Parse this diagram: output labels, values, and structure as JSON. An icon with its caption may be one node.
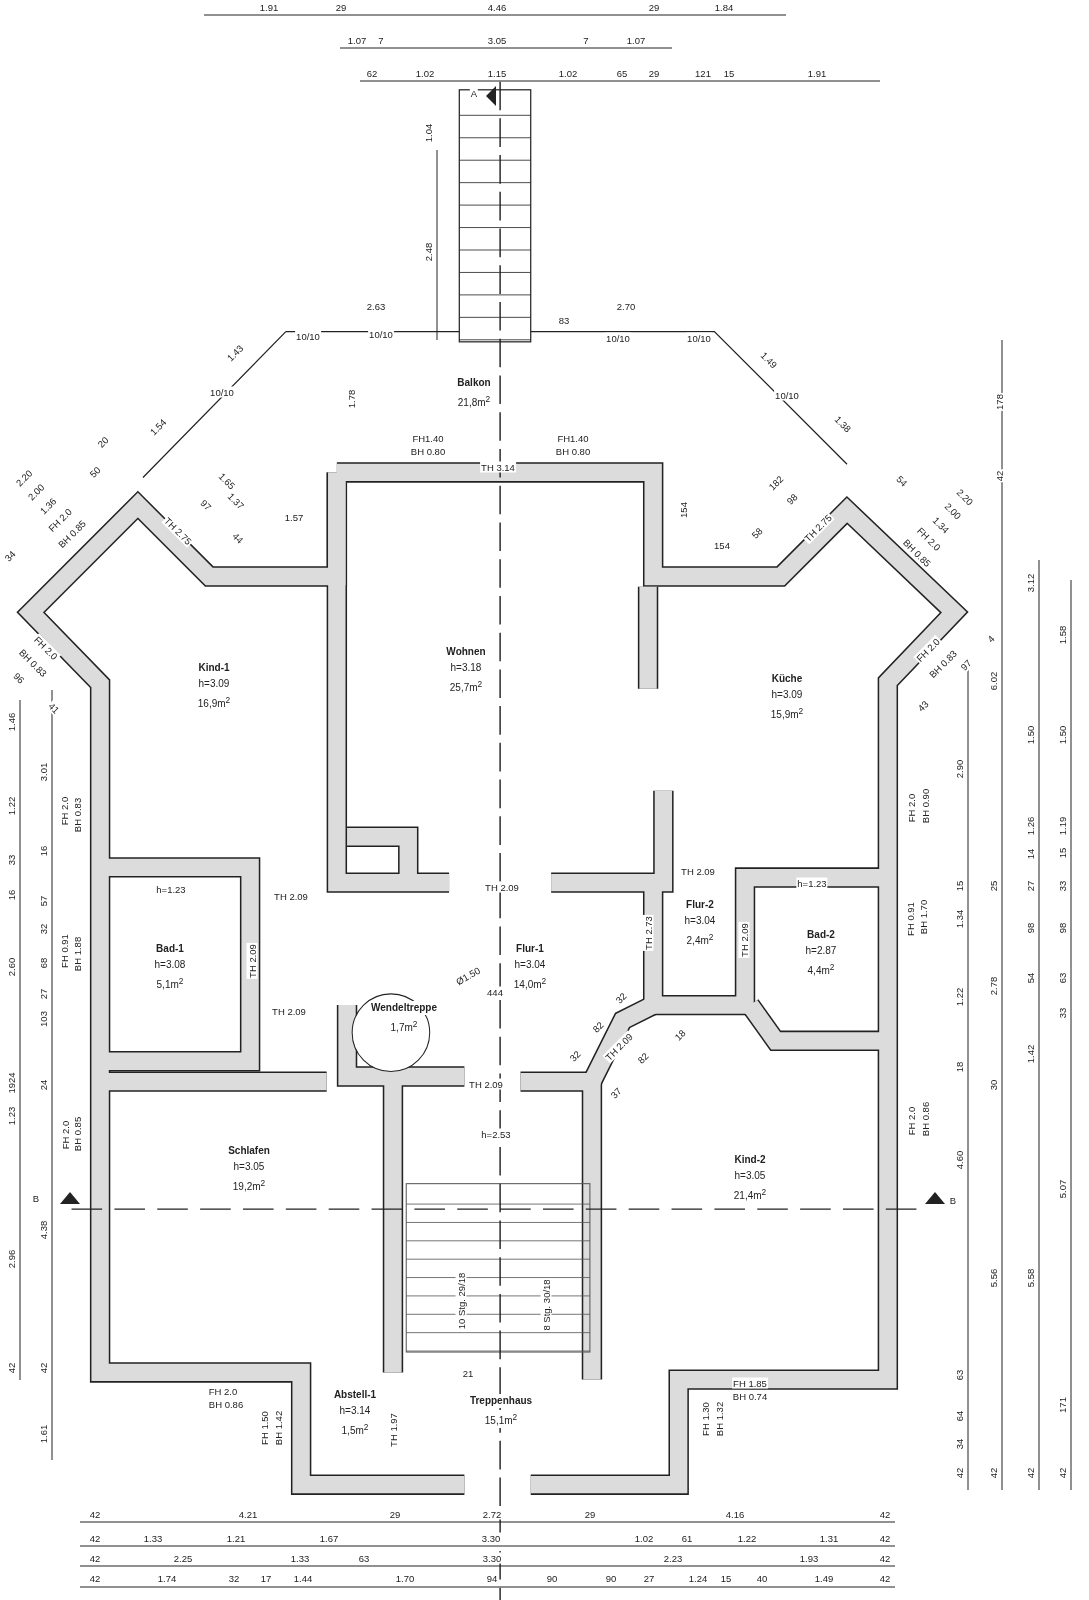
{
  "diagram": {
    "nodes": [
      {
        "text": [
          "Balkon",
          "21,8m$^{2}$"
        ]
      },
      {
        "text": [
          "Kind-1",
          "h=3.09",
          "16,9m$^{2}$"
        ]
      },
      {
        "text": [
          "Wohnen",
          "h=3.18",
          "25,7m$^{2}$"
        ]
      },
      {
        "text": [
          "Küche",
          "h=3.09",
          "15,9m$^{2}$"
        ]
      },
      {
        "text": [
          "Bad-1",
          "h=3.08",
          "5,1m$^{2}$"
        ]
      },
      {
        "text": [
          "Wendeltreppe",
          "1,7m$^{2}$"
        ]
      },
      {
        "text": [
          "Flur-1",
          "h=3.04",
          "14,0m$^{2}$"
        ]
      },
      {
        "text": [
          "Flur-2",
          "h=3.04",
          "2,4m$^{2}$"
        ]
      },
      {
        "text": [
          "Bad-2",
          "h=2.87",
          "4,4m$^{2}$"
        ]
      },
      {
        "text": [
          "Schlafen",
          "h=3.05",
          "19,2m$^{2}$"
        ]
      },
      {
        "text": [
          "Kind-2",
          "h=3.05",
          "21,4m$^{2}$"
        ]
      },
      {
        "text": [
          "Abstell-1",
          "h=3.14",
          "1,5m$^{2}$"
        ]
      },
      {
        "text": [
          "Treppenhaus",
          "15,1m$^{2}$"
        ]
      }
    ],
    "labels": [
      "1.91",
      "29",
      "4.46",
      "29",
      "1.84",
      "1.07",
      "7",
      "3.05",
      "7",
      "1.07",
      "62",
      "1.02",
      "1.15",
      "1.02",
      "65",
      "29",
      "121",
      "15",
      "1.91",
      "A",
      "1.04",
      "2.48",
      "2.63",
      "2.70",
      "83",
      "10/10",
      "10/10",
      "10/10",
      "10/10",
      "1.43",
      "10/10",
      "1.54",
      "1.49",
      "10/10",
      "1.38",
      "1.78",
      "FH1.40",
      "BH 0.80",
      "FH1.40",
      "BH 0.80",
      "TH 3.14",
      "20",
      "2.20",
      "50",
      "2.00",
      "1.36",
      "FH 2.0",
      "BH 0.85",
      "34",
      "1.65",
      "97",
      "1.37",
      "44",
      "1.57",
      "TH 2.75",
      "154",
      "182",
      "98",
      "58",
      "154",
      "TH 2.75",
      "54",
      "2.20",
      "2.00",
      "1.34",
      "FH 2.0",
      "BH 0.85",
      "178",
      "42",
      "FH 2.0",
      "BH 0.83",
      "96",
      "41",
      "1.46",
      "1.22",
      "33",
      "16",
      "2.60",
      "1924",
      "1.23",
      "2.96",
      "42",
      "3.01",
      "16",
      "57",
      "32",
      "68",
      "27",
      "103",
      "24",
      "4.38",
      "42",
      "1.61",
      "FH 2.0",
      "BH 0.83",
      "FH 0.91",
      "BH 1.88",
      "FH 2.0",
      "BH 0.85",
      "B",
      "h=1.23",
      "TH 2.09",
      "TH 2.09",
      "TH 2.09",
      "TH 2.09",
      "Ø1.50",
      "444",
      "TH 2.09",
      "TH 2.09",
      "TH 2.73",
      "TH 2.09",
      "h=1.23",
      "FH 2.0",
      "BH 0.90",
      "FH 0.91",
      "BH 1.70",
      "FH 2.0",
      "BH 0.83",
      "97",
      "4",
      "43",
      "32",
      "82",
      "18",
      "32",
      "TH 2.09",
      "82",
      "37",
      "2.90",
      "15",
      "1.34",
      "1.22",
      "18",
      "4.60",
      "63",
      "64",
      "34",
      "42",
      "6.02",
      "25",
      "2.78",
      "30",
      "5.56",
      "42",
      "3.12",
      "1.50",
      "1.26",
      "14",
      "27",
      "98",
      "54",
      "1.42",
      "5.58",
      "42",
      "1.58",
      "1.50",
      "1.19",
      "15",
      "33",
      "98",
      "63",
      "33",
      "5.07",
      "171",
      "42",
      "B",
      "FH 2.0",
      "BH 0.86",
      "h=2.53",
      "10 Stg. 29/18",
      "8 Stg. 30/18",
      "21",
      "FH 2.0",
      "BH 0.86",
      "FH 1.50",
      "BH 1.42",
      "TH 1.97",
      "FH 1.85",
      "BH 0.74",
      "FH 1.30",
      "BH 1.32",
      "42",
      "4.21",
      "29",
      "2.72",
      "29",
      "4.16",
      "42",
      "42",
      "1.33",
      "1.21",
      "1.67",
      "3.30",
      "1.02",
      "61",
      "1.22",
      "1.31",
      "42",
      "42",
      "2.25",
      "1.33",
      "63",
      "3.30",
      "2.23",
      "1.93",
      "42",
      "42",
      "1.74",
      "32",
      "17",
      "1.44",
      "1.70",
      "94",
      "90",
      "90",
      "27",
      "1.24",
      "15",
      "40",
      "1.49",
      "42"
    ]
  }
}
